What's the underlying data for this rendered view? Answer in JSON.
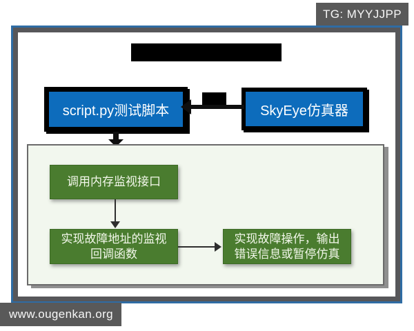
{
  "watermarks": {
    "tg_badge": "TG: MYYJJPP",
    "site_badge": "www.ougenkan.org"
  },
  "flowchart": {
    "script_node": "script.py测试脚本",
    "skyeye_node": "SkyEye仿真器",
    "steps": {
      "step1": "调用内存监视接口",
      "step2": "实现故障地址的监视\n回调函数",
      "step3": "实现故障操作，输出\n错误信息或暂停仿真"
    }
  },
  "colors": {
    "node_blue": "#0d6cbc",
    "node_green": "#4a7c2f",
    "frame_blue": "#2f6ca4",
    "frame_gray": "#57575a",
    "watermark_gray": "#595959",
    "panel_background": "#f2f7ee",
    "redaction_black": "#000000"
  }
}
